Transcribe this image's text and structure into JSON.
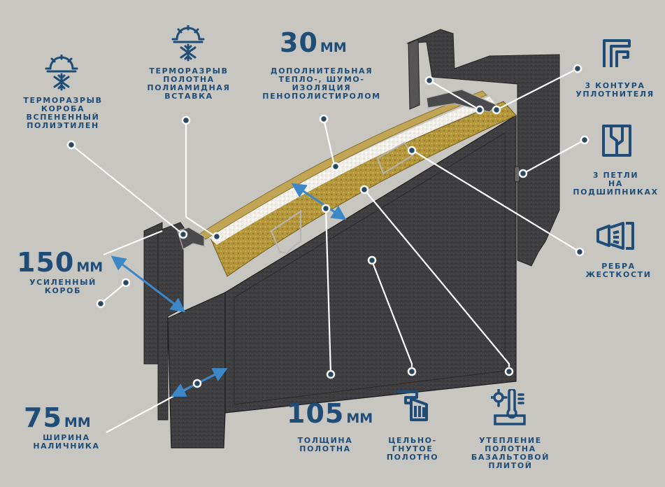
{
  "colors": {
    "text": "#1f4d78",
    "leader": "#ffffff",
    "arrow": "#3b87c8",
    "background": "#c7c6c1",
    "metal": "#3b3b3c",
    "insulation": "#b79a3d",
    "foam": "#f3f1ea"
  },
  "icons": [
    "snowflake-sun-icon",
    "snowflake-sun-icon",
    "seal-contour-icon",
    "hinge-icon",
    "rib-icon",
    "bent-panel-icon",
    "thermo-insulation-icon"
  ],
  "callouts": {
    "box_thermal_break": {
      "lines": [
        "ТЕРМОРАЗРЫВ",
        "КОРОБА",
        "ВСПЕНЕННЫЙ",
        "ПОЛИЭТИЛЕН"
      ]
    },
    "panel_thermal_break": {
      "lines": [
        "ТЕРМОРАЗРЫВ",
        "ПОЛОТНА",
        "ПОЛИАМИДНАЯ",
        "ВСТАВКА"
      ]
    },
    "foam_insulation": {
      "value": "30",
      "unit": "ММ",
      "lines": [
        "ДОПОЛНИТЕЛЬНАЯ",
        "ТЕПЛО-, ШУМО-",
        "ИЗОЛЯЦИЯ",
        "ПЕНОПОЛИСТИРОЛОМ"
      ]
    },
    "seal_contours": {
      "lines": [
        "3 КОНТУРА",
        "УПЛОТНИТЕЛЯ"
      ]
    },
    "hinges": {
      "lines": [
        "3 ПЕТЛИ",
        "НА",
        "ПОДШИПНИКАХ"
      ]
    },
    "ribs": {
      "lines": [
        "РЕБРА",
        "ЖЕСТКОСТИ"
      ]
    },
    "box": {
      "value": "150",
      "unit": "ММ",
      "lines": [
        "УСИЛЕННЫЙ",
        "КОРОБ"
      ]
    },
    "trim": {
      "value": "75",
      "unit": "ММ",
      "lines": [
        "ШИРИНА",
        "НАЛИЧНИКА"
      ]
    },
    "thickness": {
      "value": "105",
      "unit": "ММ",
      "lines": [
        "ТОЛЩИНА",
        "ПОЛОТНА"
      ]
    },
    "bent_panel": {
      "lines": [
        "ЦЕЛЬНО-",
        "ГНУТОЕ",
        "ПОЛОТНО"
      ]
    },
    "basalt": {
      "lines": [
        "УТЕПЛЕНИЕ",
        "ПОЛОТНА",
        "БАЗАЛЬТОВОЙ",
        "ПЛИТОЙ"
      ]
    }
  }
}
